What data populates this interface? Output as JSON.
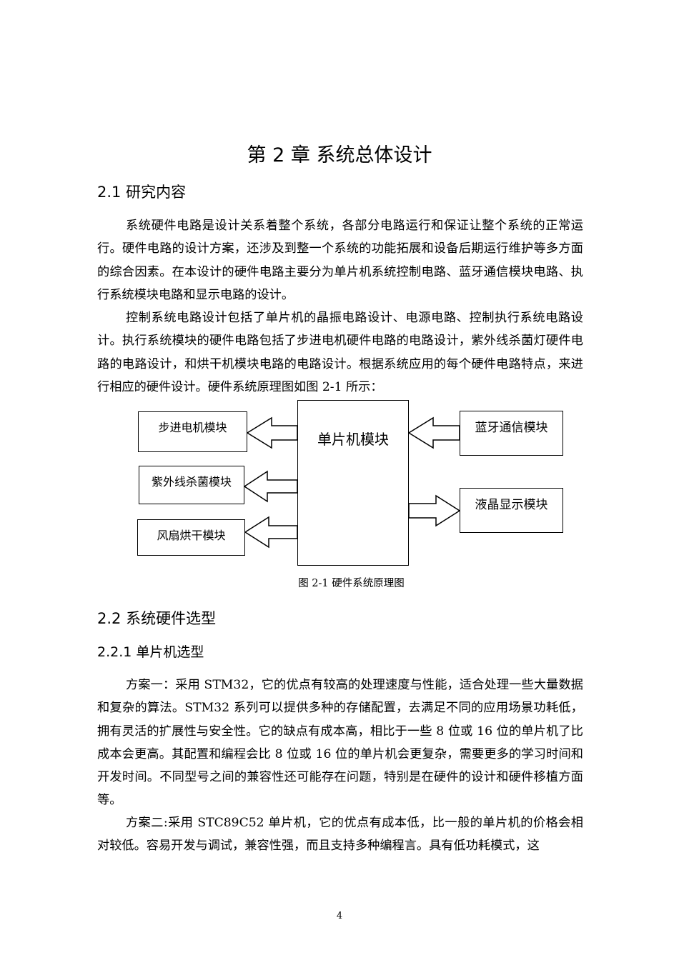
{
  "chapter_title": "第 2 章  系统总体设计",
  "section_2_1": {
    "heading": "2.1 研究内容",
    "paragraphs": [
      "系统硬件电路是设计关系着整个系统，各部分电路运行和保证让整个系统的正常运行。硬件电路的设计方案，还涉及到整一个系统的功能拓展和设备后期运行维护等多方面的综合因素。在本设计的硬件电路主要分为单片机系统控制电路、蓝牙通信模块电路、执行系统模块电路和显示电路的设计。",
      "控制系统电路设计包括了单片机的晶振电路设计、电源电路、控制执行系统电路设计。执行系统模块的硬件电路包括了步进电机硬件电路的电路设计，紫外线杀菌灯硬件电路的电路设计，和烘干机模块电路的电路设计。根据系统应用的每个硬件电路特点，来进行相应的硬件设计。硬件系统原理图如图 2-1 所示："
    ]
  },
  "diagram": {
    "center": "单片机模块",
    "left_modules": [
      "步进电机模块",
      "紫外线杀菌模块",
      "风扇烘干模块"
    ],
    "right_modules": [
      "蓝牙通信模块",
      "液晶显示模块"
    ],
    "caption": "图 2-1 硬件系统原理图"
  },
  "section_2_2": {
    "heading": "2.2 系统硬件选型",
    "sub_heading": "2.2.1 单片机选型",
    "paragraphs": [
      "方案一：采用 STM32，它的优点有较高的处理速度与性能，适合处理一些大量数据和复杂的算法。STM32 系列可以提供多种的存储配置，去满足不同的应用场景功耗低，拥有灵活的扩展性与安全性。它的缺点有成本高，相比于一些 8 位或 16 位的单片机了比成本会更高。其配置和编程会比 8 位或 16 位的单片机会更复杂，需要更多的学习时间和开发时间。不同型号之间的兼容性还可能存在问题，特别是在硬件的设计和硬件移植方面等。",
      "方案二:采用 STC89C52 单片机，它的优点有成本低，比一般的单片机的价格会相对较低。容易开发与调试，兼容性强，而且支持多种编程言。具有低功耗模式，这"
    ]
  },
  "page_number": "4"
}
